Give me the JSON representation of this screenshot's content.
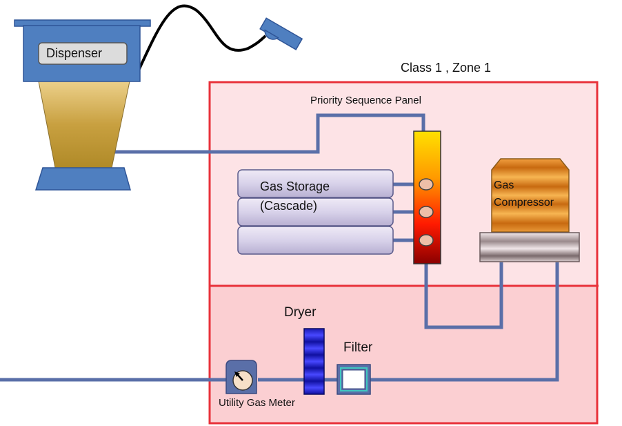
{
  "zone_label": "Class 1 , Zone 1",
  "components": {
    "dispenser": "Dispenser",
    "priority_panel": "Priority Sequence Panel",
    "gas_storage_line1": "Gas Storage",
    "gas_storage_line2": "(Cascade)",
    "compressor_line1": "Gas",
    "compressor_line2": "Compressor",
    "dryer": "Dryer",
    "filter": "Filter",
    "meter": "Utility Gas Meter"
  },
  "colors": {
    "pipe": "#5a6fa8",
    "zone_border": "#e8313a",
    "zone_upper_fill": "#fde3e6",
    "zone_lower_fill": "#fbcfd2",
    "dispenser_blue": "#4f7fc0"
  }
}
